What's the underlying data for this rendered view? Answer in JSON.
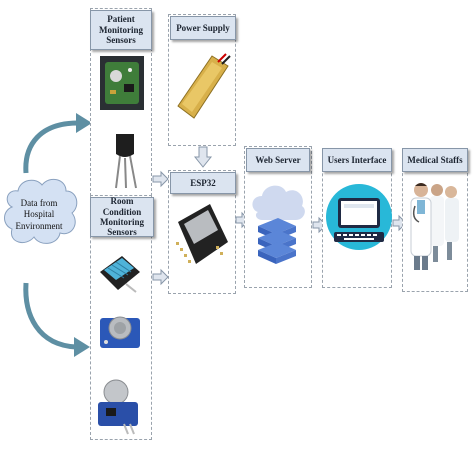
{
  "source": {
    "label_line1": "Data from",
    "label_line2": "Hospital",
    "label_line3": "Environment"
  },
  "patient_sensors": {
    "title_line1": "Patient Monitoring",
    "title_line2": "Sensors"
  },
  "room_sensors": {
    "title_line1": "Room Condition",
    "title_line2": "Monitoring Sensors"
  },
  "power": {
    "title": "Power Supply"
  },
  "controller": {
    "title": "ESP32"
  },
  "server": {
    "title": "Web Server"
  },
  "ui": {
    "title": "Users Interface"
  },
  "staff": {
    "title": "Medical Staffs"
  },
  "colors": {
    "header_fill": "#dbe4f0",
    "arrow_fill": "#dfe5ee",
    "cloud_fill": "#d4e1f3",
    "teal_arrow": "#5e8fa3"
  }
}
